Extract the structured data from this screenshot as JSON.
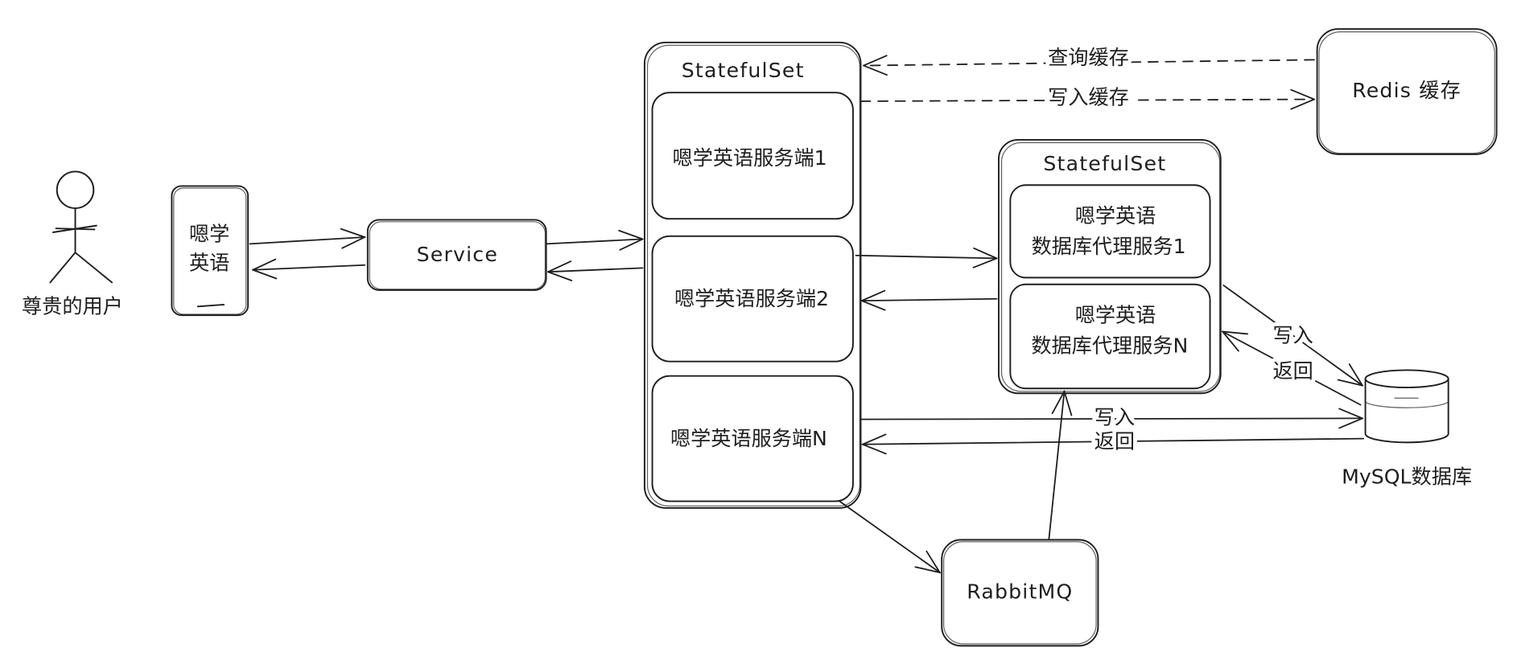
{
  "user": {
    "label": "尊贵的用户"
  },
  "app": {
    "line1": "嗯学",
    "line2": "英语"
  },
  "service": {
    "label": "Service"
  },
  "statefulset_server": {
    "label": "StatefulSet",
    "pods": [
      "嗯学英语服务端1",
      "嗯学英语服务端2",
      "嗯学英语服务端N"
    ]
  },
  "redis": {
    "label": "Redis 缓存",
    "query_label": "查询缓存",
    "write_label": "写入缓存"
  },
  "statefulset_proxy": {
    "label": "StatefulSet",
    "pods": [
      {
        "line1": "嗯学英语",
        "line2": "数据库代理服务1"
      },
      {
        "line1": "嗯学英语",
        "line2": "数据库代理服务N"
      }
    ]
  },
  "proxy_db_edges": {
    "write": "写入",
    "return": "返回"
  },
  "server_db_edges": {
    "write": "写入",
    "return": "返回"
  },
  "mysql": {
    "label": "MySQL数据库"
  },
  "rabbitmq": {
    "label": "RabbitMQ"
  }
}
